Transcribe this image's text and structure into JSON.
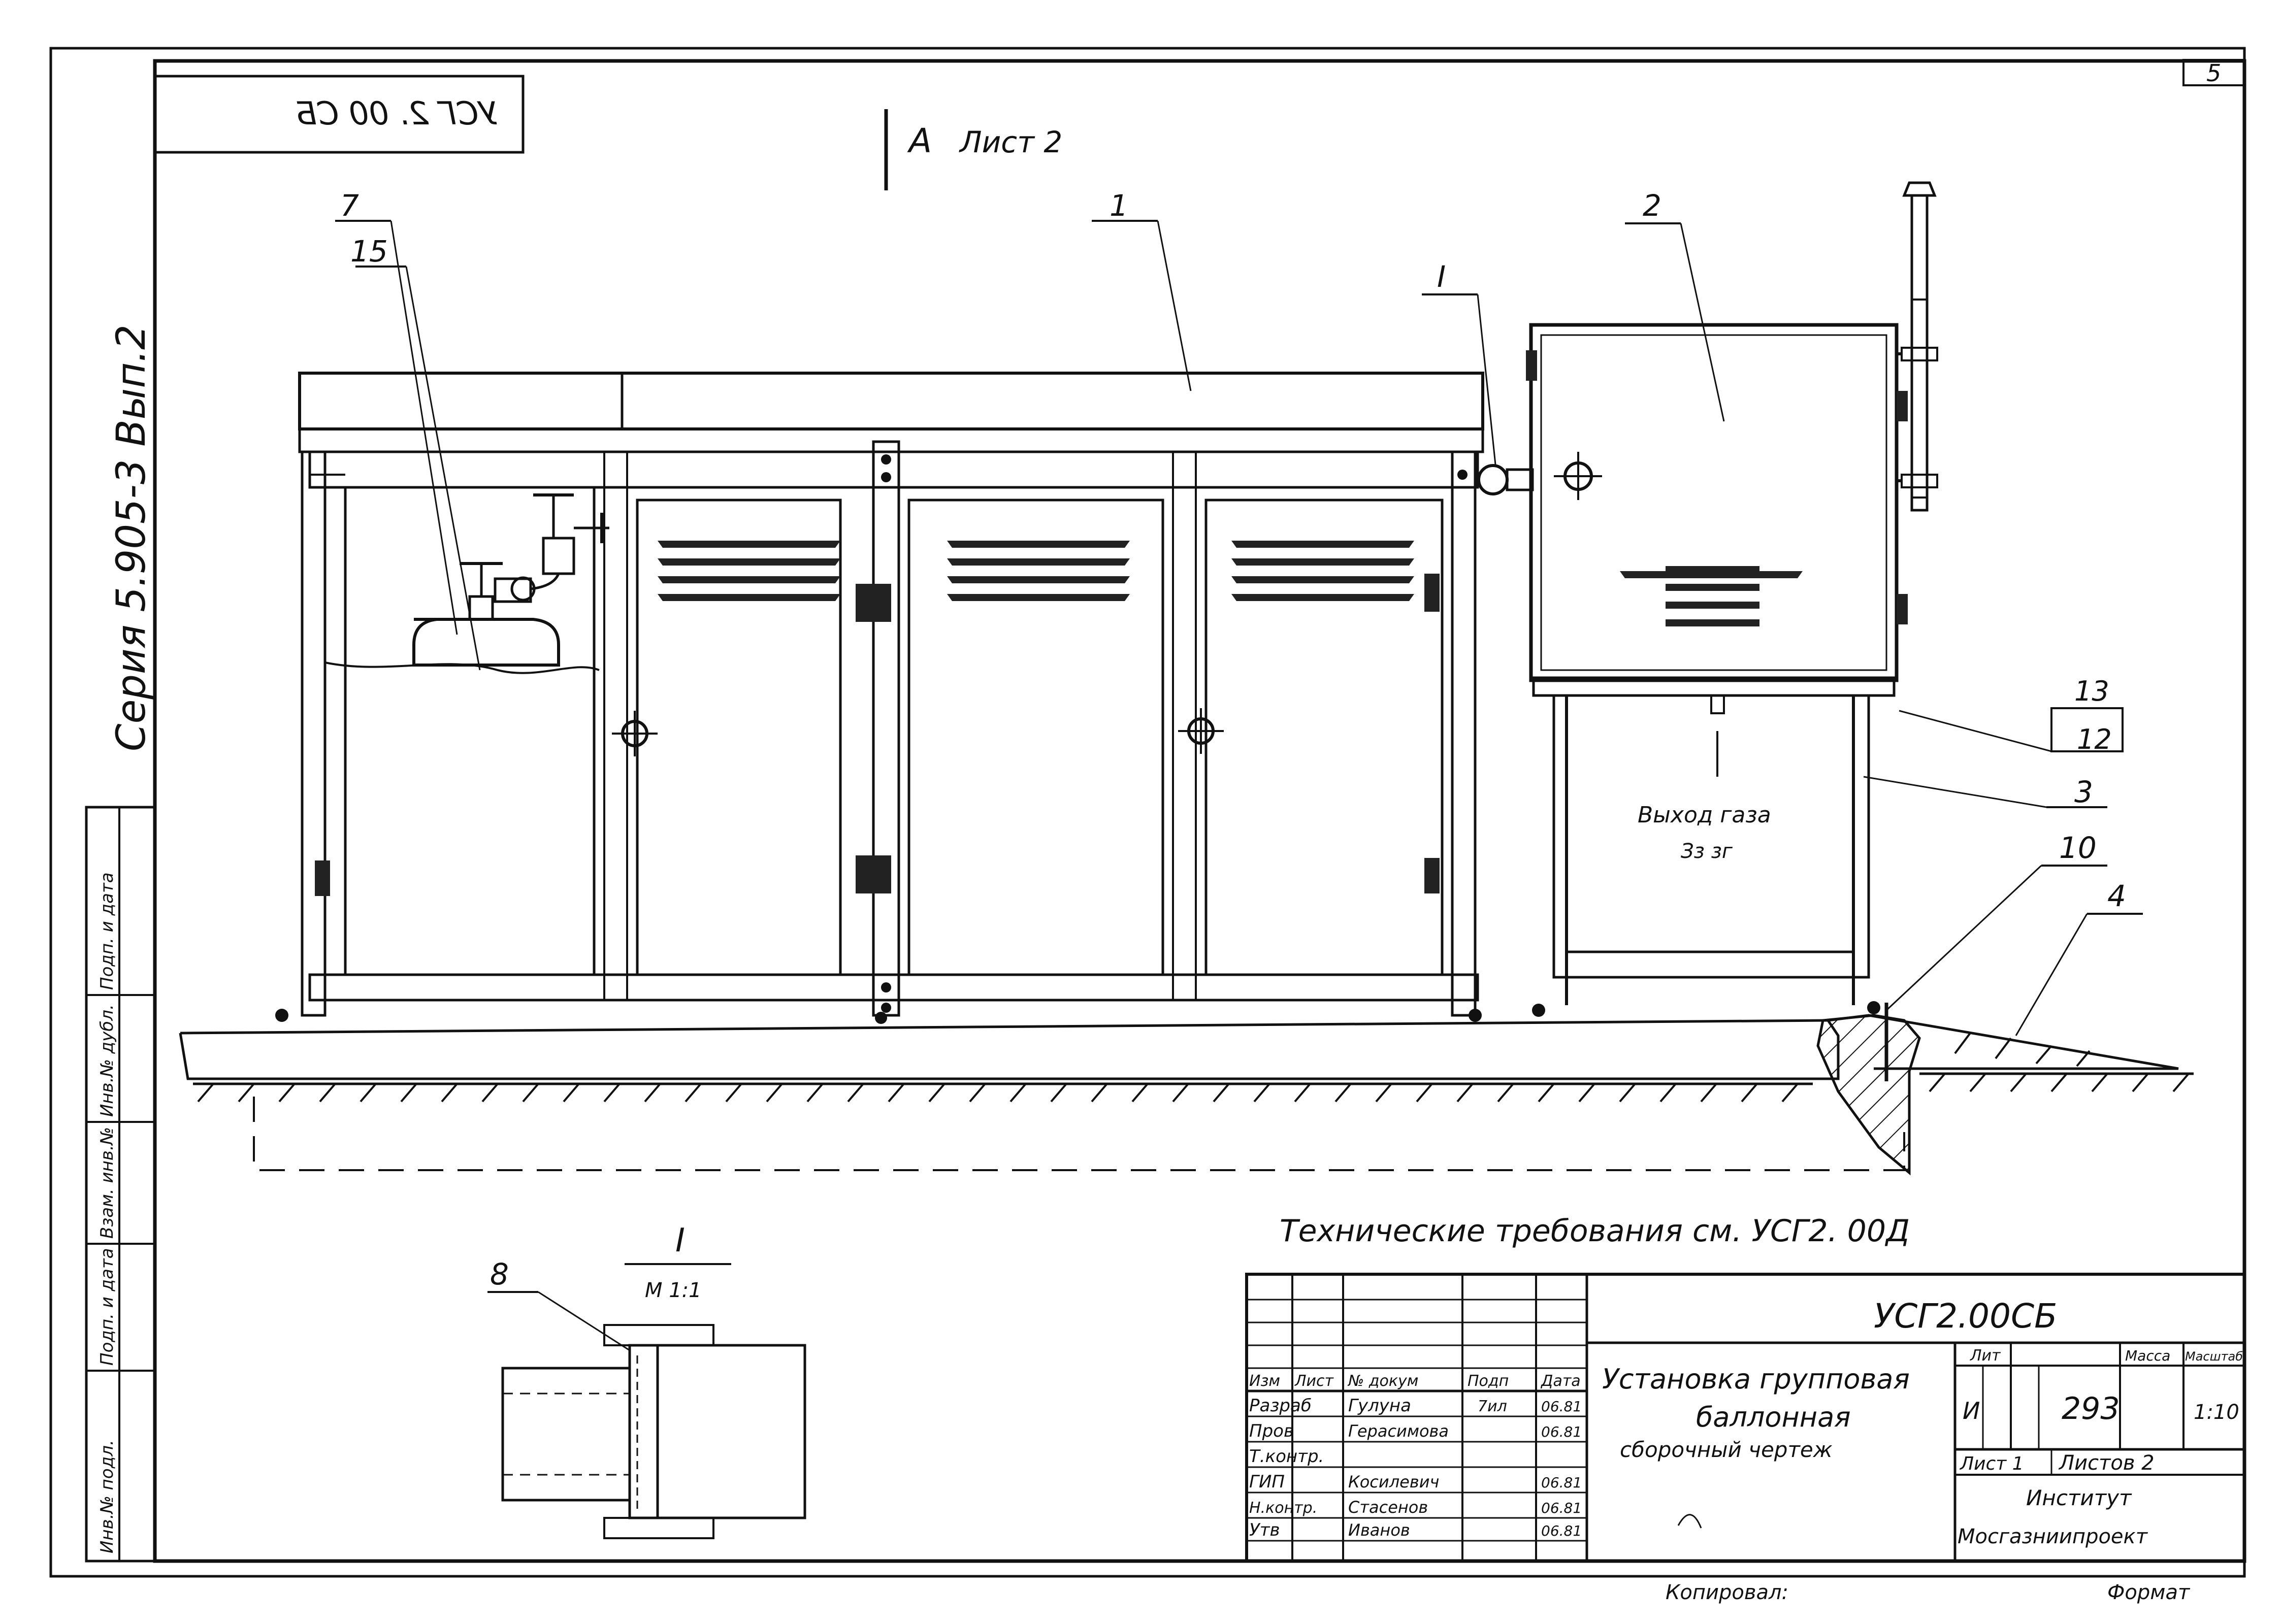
{
  "sheet_number": "5",
  "mirrored_code": "УСГ 2. 00 СБ",
  "series_label": "Серия 5.905-3 Вып.2",
  "view_ref": {
    "letter": "А",
    "sheet": "Лист 2"
  },
  "callouts": [
    "7",
    "15",
    "1",
    "I",
    "2",
    "13",
    "12",
    "3",
    "10",
    "4",
    "8"
  ],
  "outlet_note": [
    "Выход газа",
    "Зз зг"
  ],
  "tech_req": "Технические требования см. УСГ2. 00Д",
  "detail": {
    "title": "I",
    "scale": "М 1:1"
  },
  "side_stamp": [
    "Инв.№ подл.",
    "Подп. и дата",
    "Взам. инв.№",
    "Инв.№ дубл.",
    "Подп. и дата"
  ],
  "title_block": {
    "code": "УСГ2.00СБ",
    "name": [
      "Установка групповая",
      "баллонная",
      "сборочный чертеж"
    ],
    "col_headers": [
      "Изм",
      "Лист",
      "№ докум",
      "Подп",
      "Дата"
    ],
    "rows": [
      {
        "role": "Разраб",
        "name": "Гулуна",
        "sign": "7ил",
        "date": "06.81"
      },
      {
        "role": "Пров",
        "name": "Герасимова",
        "sign": "",
        "date": "06.81"
      },
      {
        "role": "Т.контр.",
        "name": "",
        "sign": "",
        "date": ""
      },
      {
        "role": "ГИП",
        "name": "Косилевич",
        "sign": "",
        "date": "06.81"
      },
      {
        "role": "Н.контр.",
        "name": "Стасенов",
        "sign": "",
        "date": "06.81"
      },
      {
        "role": "Утв",
        "name": "Иванов",
        "sign": "",
        "date": "06.81"
      }
    ],
    "lit_header": "Лит",
    "mass_header": "Масса",
    "scale_header": "Масштаб",
    "lit": "И",
    "mass": "293",
    "scale": "1:10",
    "sheet_label": "Лист 1",
    "sheets_label": "Листов 2",
    "org": [
      "Институт",
      "Мосгазниипроект"
    ]
  },
  "footer": {
    "copied": "Копировал:",
    "format": "Формат"
  }
}
